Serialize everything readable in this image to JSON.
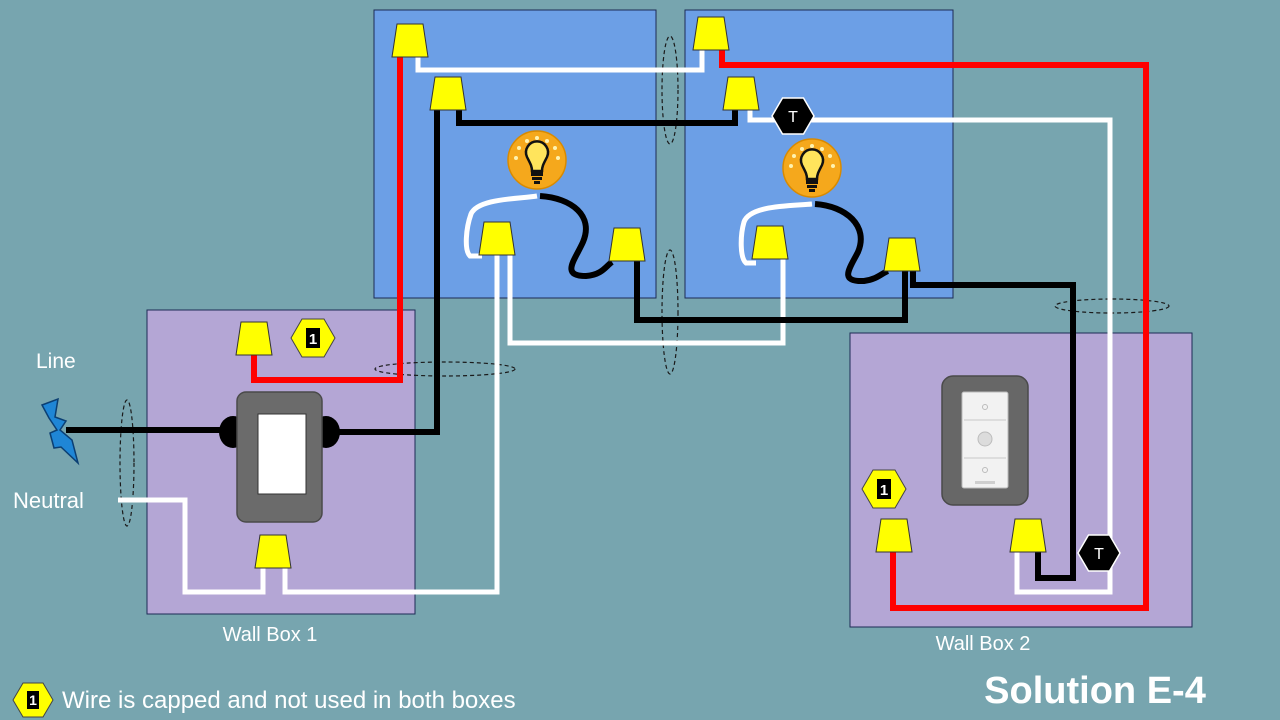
{
  "labels": {
    "line": "Line",
    "neutral": "Neutral",
    "wall_box_1": "Wall Box 1",
    "wall_box_2": "Wall Box 2",
    "solution": "Solution E-4"
  },
  "markers": {
    "capped": "1",
    "traveler": "T"
  },
  "legend": {
    "marker": "1",
    "text": "Wire is capped and not used in both boxes"
  },
  "colors": {
    "background": "#77a5af",
    "light_box": "#6c9fe6",
    "wall_box": "#b4a6d5",
    "hot_wire": "#ff0000",
    "neutral_wire": "#ffffff",
    "line_wire": "#000000",
    "wire_nut": "#ffff00"
  }
}
